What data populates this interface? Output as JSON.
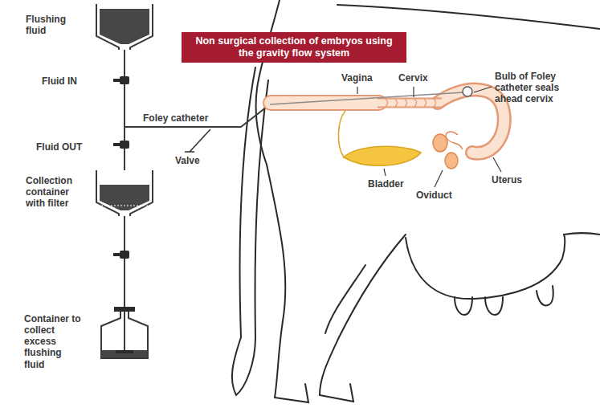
{
  "diagram": {
    "title": "Non surgical collection of embryos using the gravity flow system",
    "nodes": [
      {
        "text": [
          "Flushing fluid"
        ]
      },
      {
        "text": [
          "Collection container with filter"
        ]
      },
      {
        "text": [
          "Container to collect excess flushing fluid"
        ]
      }
    ],
    "edges": [
      {
        "from": 0,
        "to": 1,
        "arrow": "none"
      },
      {
        "from": 1,
        "to": 2,
        "arrow": "none"
      }
    ],
    "labels": [
      "Fluid IN",
      "Foley catheter",
      "Valve",
      "Fluid OUT",
      "Vagina",
      "Cervix",
      "Bulb of Foley catheter seals ahead cervix",
      "Bladder",
      "Oviduct",
      "Uterus"
    ]
  }
}
